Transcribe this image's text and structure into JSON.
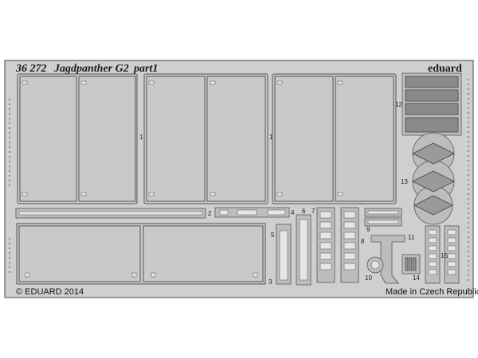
{
  "header": {
    "kit_number": "36 272",
    "kit_name": "Jagdpanther G2",
    "part": "part1",
    "brand": "eduard"
  },
  "footer": {
    "copyright": "© EDUARD 2014",
    "origin": "Made in Czech Republic"
  },
  "part_numbers": {
    "p1a": "1",
    "p1b": "1",
    "p2": "2",
    "p3": "3",
    "p4": "4",
    "p5": "5",
    "p6": "6",
    "p7": "7",
    "p8": "8",
    "p9": "9",
    "p10": "10",
    "p11": "11",
    "p12": "12",
    "p13": "13",
    "p14": "14",
    "p15": "15"
  },
  "colors": {
    "metal": "#c9c9c9",
    "outline": "#555555"
  }
}
